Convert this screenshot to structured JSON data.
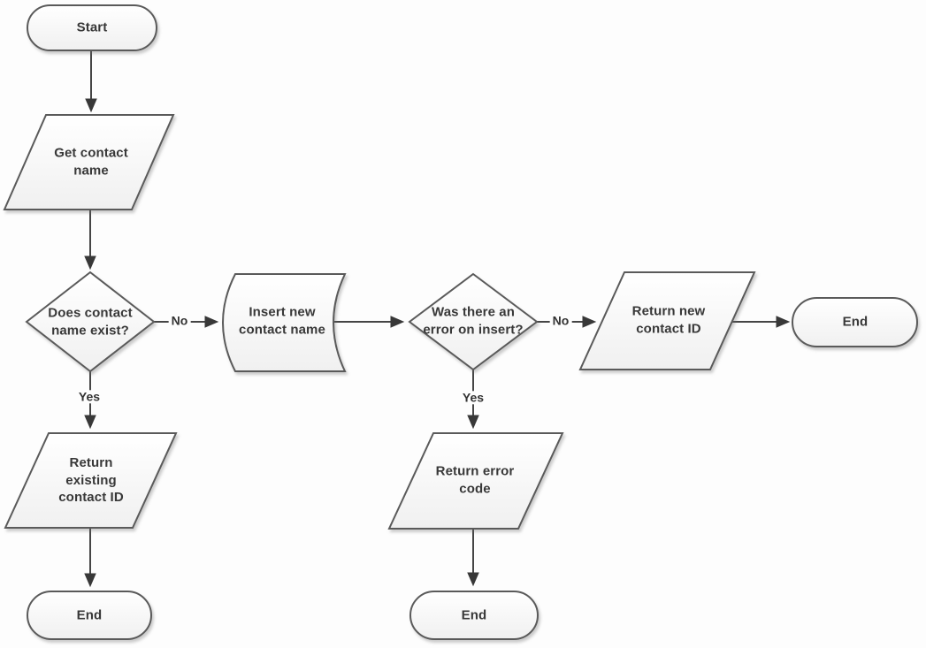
{
  "diagram": {
    "kind": "flowchart",
    "colors": {
      "background": "#fdfdfd",
      "shape_stroke": "#5a5a5a",
      "shape_fill_top": "#ffffff",
      "shape_fill_bottom": "#f0f0f0",
      "connector": "#454545",
      "text": "#383838"
    },
    "nodes": [
      {
        "id": "start",
        "shape": "terminator",
        "label": "Start"
      },
      {
        "id": "get-contact-name",
        "shape": "data-parallelogram",
        "label": "Get contact\nname"
      },
      {
        "id": "contact-name-exists",
        "shape": "decision-diamond",
        "label": "Does contact\nname exist?"
      },
      {
        "id": "insert-new-contact-name",
        "shape": "stored-data",
        "label": "Insert new\ncontact name"
      },
      {
        "id": "error-on-insert",
        "shape": "decision-diamond",
        "label": "Was there an\nerror on insert?"
      },
      {
        "id": "return-new-contact-id",
        "shape": "data-parallelogram",
        "label": "Return new\ncontact ID"
      },
      {
        "id": "end-right",
        "shape": "terminator",
        "label": "End"
      },
      {
        "id": "return-existing-contact-id",
        "shape": "data-parallelogram",
        "label": "Return\nexisting\ncontact ID"
      },
      {
        "id": "end-bottom-left",
        "shape": "terminator",
        "label": "End"
      },
      {
        "id": "return-error-code",
        "shape": "data-parallelogram",
        "label": "Return error\ncode"
      },
      {
        "id": "end-bottom-middle",
        "shape": "terminator",
        "label": "End"
      }
    ],
    "edge_labels": [
      {
        "id": "no-from-contact-name-exists",
        "label": "No"
      },
      {
        "id": "yes-from-contact-name-exists",
        "label": "Yes"
      },
      {
        "id": "no-from-error-on-insert",
        "label": "No"
      },
      {
        "id": "yes-from-error-on-insert",
        "label": "Yes"
      }
    ]
  }
}
